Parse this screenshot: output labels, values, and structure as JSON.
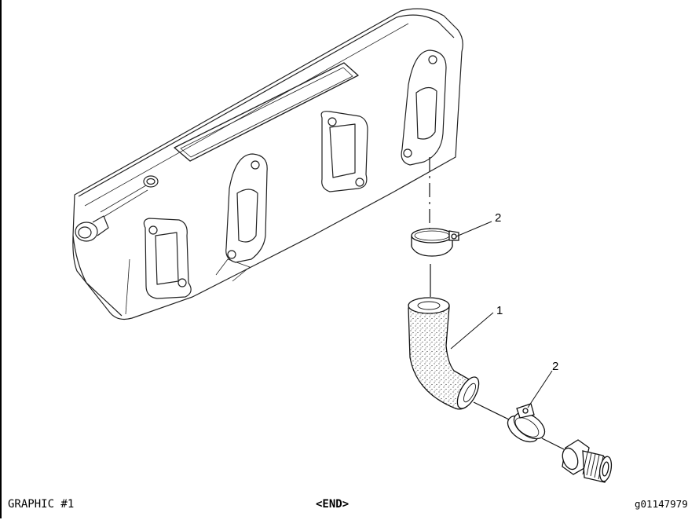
{
  "footer": {
    "graphic_label": "GRAPHIC #1",
    "end_label": "<END>",
    "reference_id": "g01147979"
  },
  "callouts": {
    "clamp_upper": "2",
    "hose": "1",
    "clamp_lower": "2"
  }
}
